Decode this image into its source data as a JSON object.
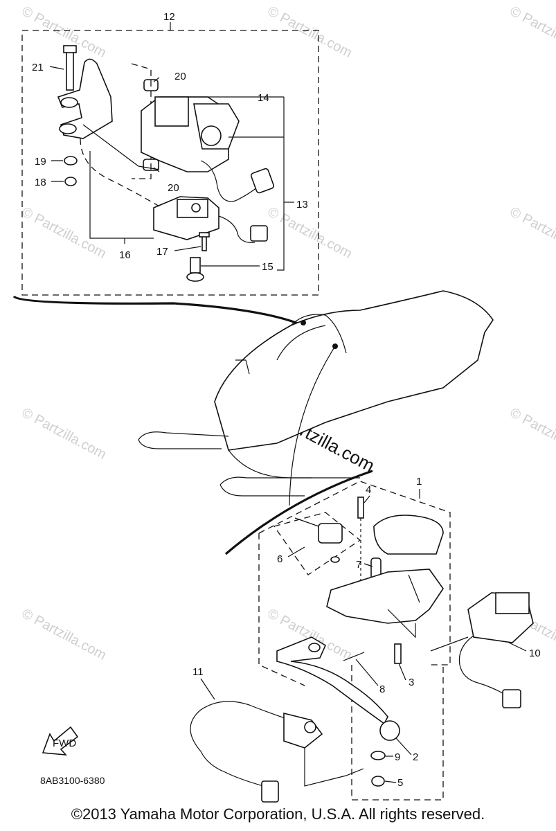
{
  "callouts": {
    "c1": "1",
    "c2": "2",
    "c3": "3",
    "c4": "4",
    "c5": "5",
    "c6": "6",
    "c7": "7",
    "c8": "8",
    "c9": "9",
    "c10": "10",
    "c11": "11",
    "c12": "12",
    "c13": "13",
    "c14": "14",
    "c15": "15",
    "c16": "16",
    "c17": "17",
    "c18": "18",
    "c19": "19",
    "c20a": "20",
    "c20b": "20",
    "c21": "21"
  },
  "fwd_label": "FWD",
  "diagram_code": "8AB3100-6380",
  "watermark": {
    "text": "© Partzilla.com",
    "center_text": "© Partzilla.com"
  },
  "copyright": "©2013 Yamaha Motor Corporation, U.S.A. All rights reserved."
}
